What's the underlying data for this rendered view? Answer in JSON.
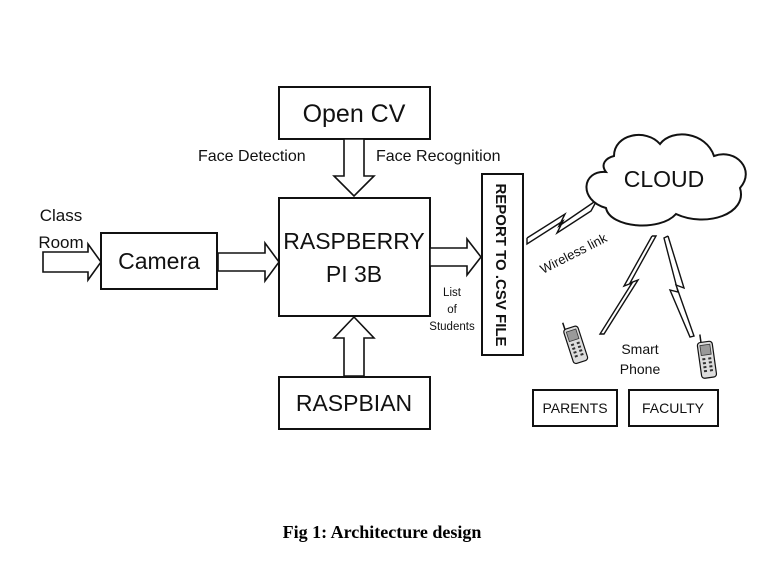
{
  "blocks": {
    "opencv": "Open CV",
    "raspberry_line1": "RASPBERRY",
    "raspberry_line2": "PI 3B",
    "camera": "Camera",
    "raspbian": "RASPBIAN",
    "report": "REPORT TO .CSV FILE",
    "cloud": "CLOUD",
    "parents": "PARENTS",
    "faculty": "FACULTY"
  },
  "labels": {
    "face_detection": "Face Detection",
    "face_recognition": "Face Recognition",
    "class": "Class",
    "room": "Room",
    "list": "List",
    "of": "of",
    "students": "Students",
    "wireless_link": "Wireless link",
    "smart": "Smart",
    "phone": "Phone"
  },
  "icons": [
    "phone-icon"
  ],
  "caption": "Fig 1: Architecture design"
}
